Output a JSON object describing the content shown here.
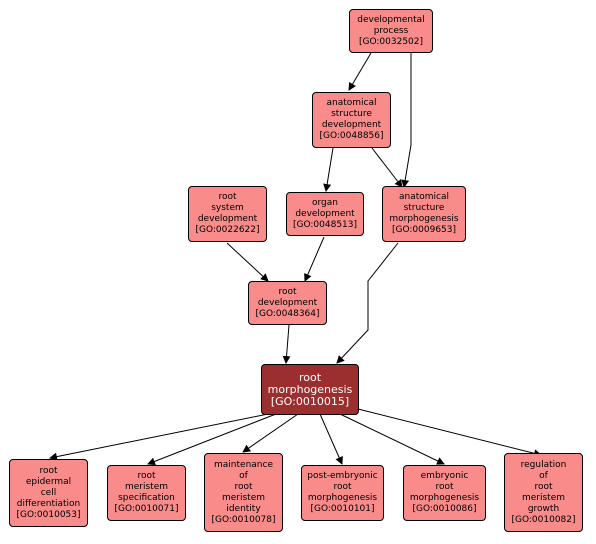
{
  "nodes": {
    "n1": {
      "label": "developmental\nprocess",
      "id": "[GO:0032502]"
    },
    "n2": {
      "label": "anatomical\nstructure\ndevelopment",
      "id": "[GO:0048856]"
    },
    "n3": {
      "label": "root\nsystem\ndevelopment",
      "id": "[GO:0022622]"
    },
    "n4": {
      "label": "organ\ndevelopment",
      "id": "[GO:0048513]"
    },
    "n5": {
      "label": "anatomical\nstructure\nmorphogenesis",
      "id": "[GO:0009653]"
    },
    "n6": {
      "label": "root\ndevelopment",
      "id": "[GO:0048364]"
    },
    "n7": {
      "label": "root\nmorphogenesis",
      "id": "[GO:0010015]"
    },
    "n8": {
      "label": "root\nepidermal\ncell\ndifferentiation",
      "id": "[GO:0010053]"
    },
    "n9": {
      "label": "root\nmeristem\nspecification",
      "id": "[GO:0010071]"
    },
    "n10": {
      "label": "maintenance\nof\nroot\nmeristem\nidentity",
      "id": "[GO:0010078]"
    },
    "n11": {
      "label": "post-embryonic\nroot\nmorphogenesis",
      "id": "[GO:0010101]"
    },
    "n12": {
      "label": "embryonic\nroot\nmorphogenesis",
      "id": "[GO:0010086]"
    },
    "n13": {
      "label": "regulation\nof\nroot\nmeristem\ngrowth",
      "id": "[GO:0010082]"
    }
  },
  "colors": {
    "node_fill": "#f98b8b",
    "focus_fill": "#9b2e2e",
    "edge": "#000000"
  }
}
